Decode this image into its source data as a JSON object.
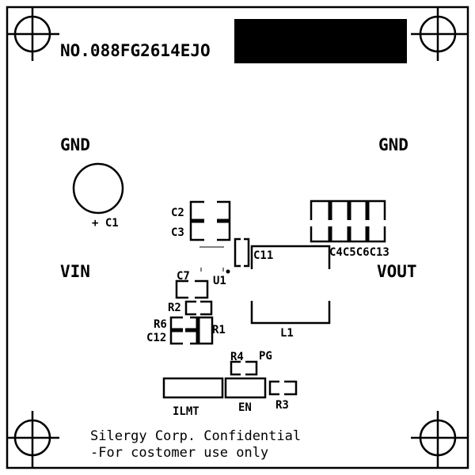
{
  "board": {
    "part_number": "NO.088FG2614EJO",
    "nets": {
      "gnd_left": "GND",
      "gnd_right": "GND",
      "vin": "VIN",
      "vout": "VOUT"
    },
    "components": {
      "c1": "+ C1",
      "c2": "C2",
      "c3": "C3",
      "c4_c13": "C4C5C6C13",
      "c11": "C11",
      "c7": "C7",
      "u1": "U1",
      "r2": "R2",
      "r6": "R6",
      "c12": "C12",
      "r1": "R1",
      "l1": "L1",
      "r4": "R4",
      "pg": "PG",
      "ilmt": "ILMT",
      "en": "EN",
      "r3": "R3"
    },
    "footer": {
      "line1": "Silergy Corp. Confidential",
      "line2": "-For costomer use only"
    }
  }
}
